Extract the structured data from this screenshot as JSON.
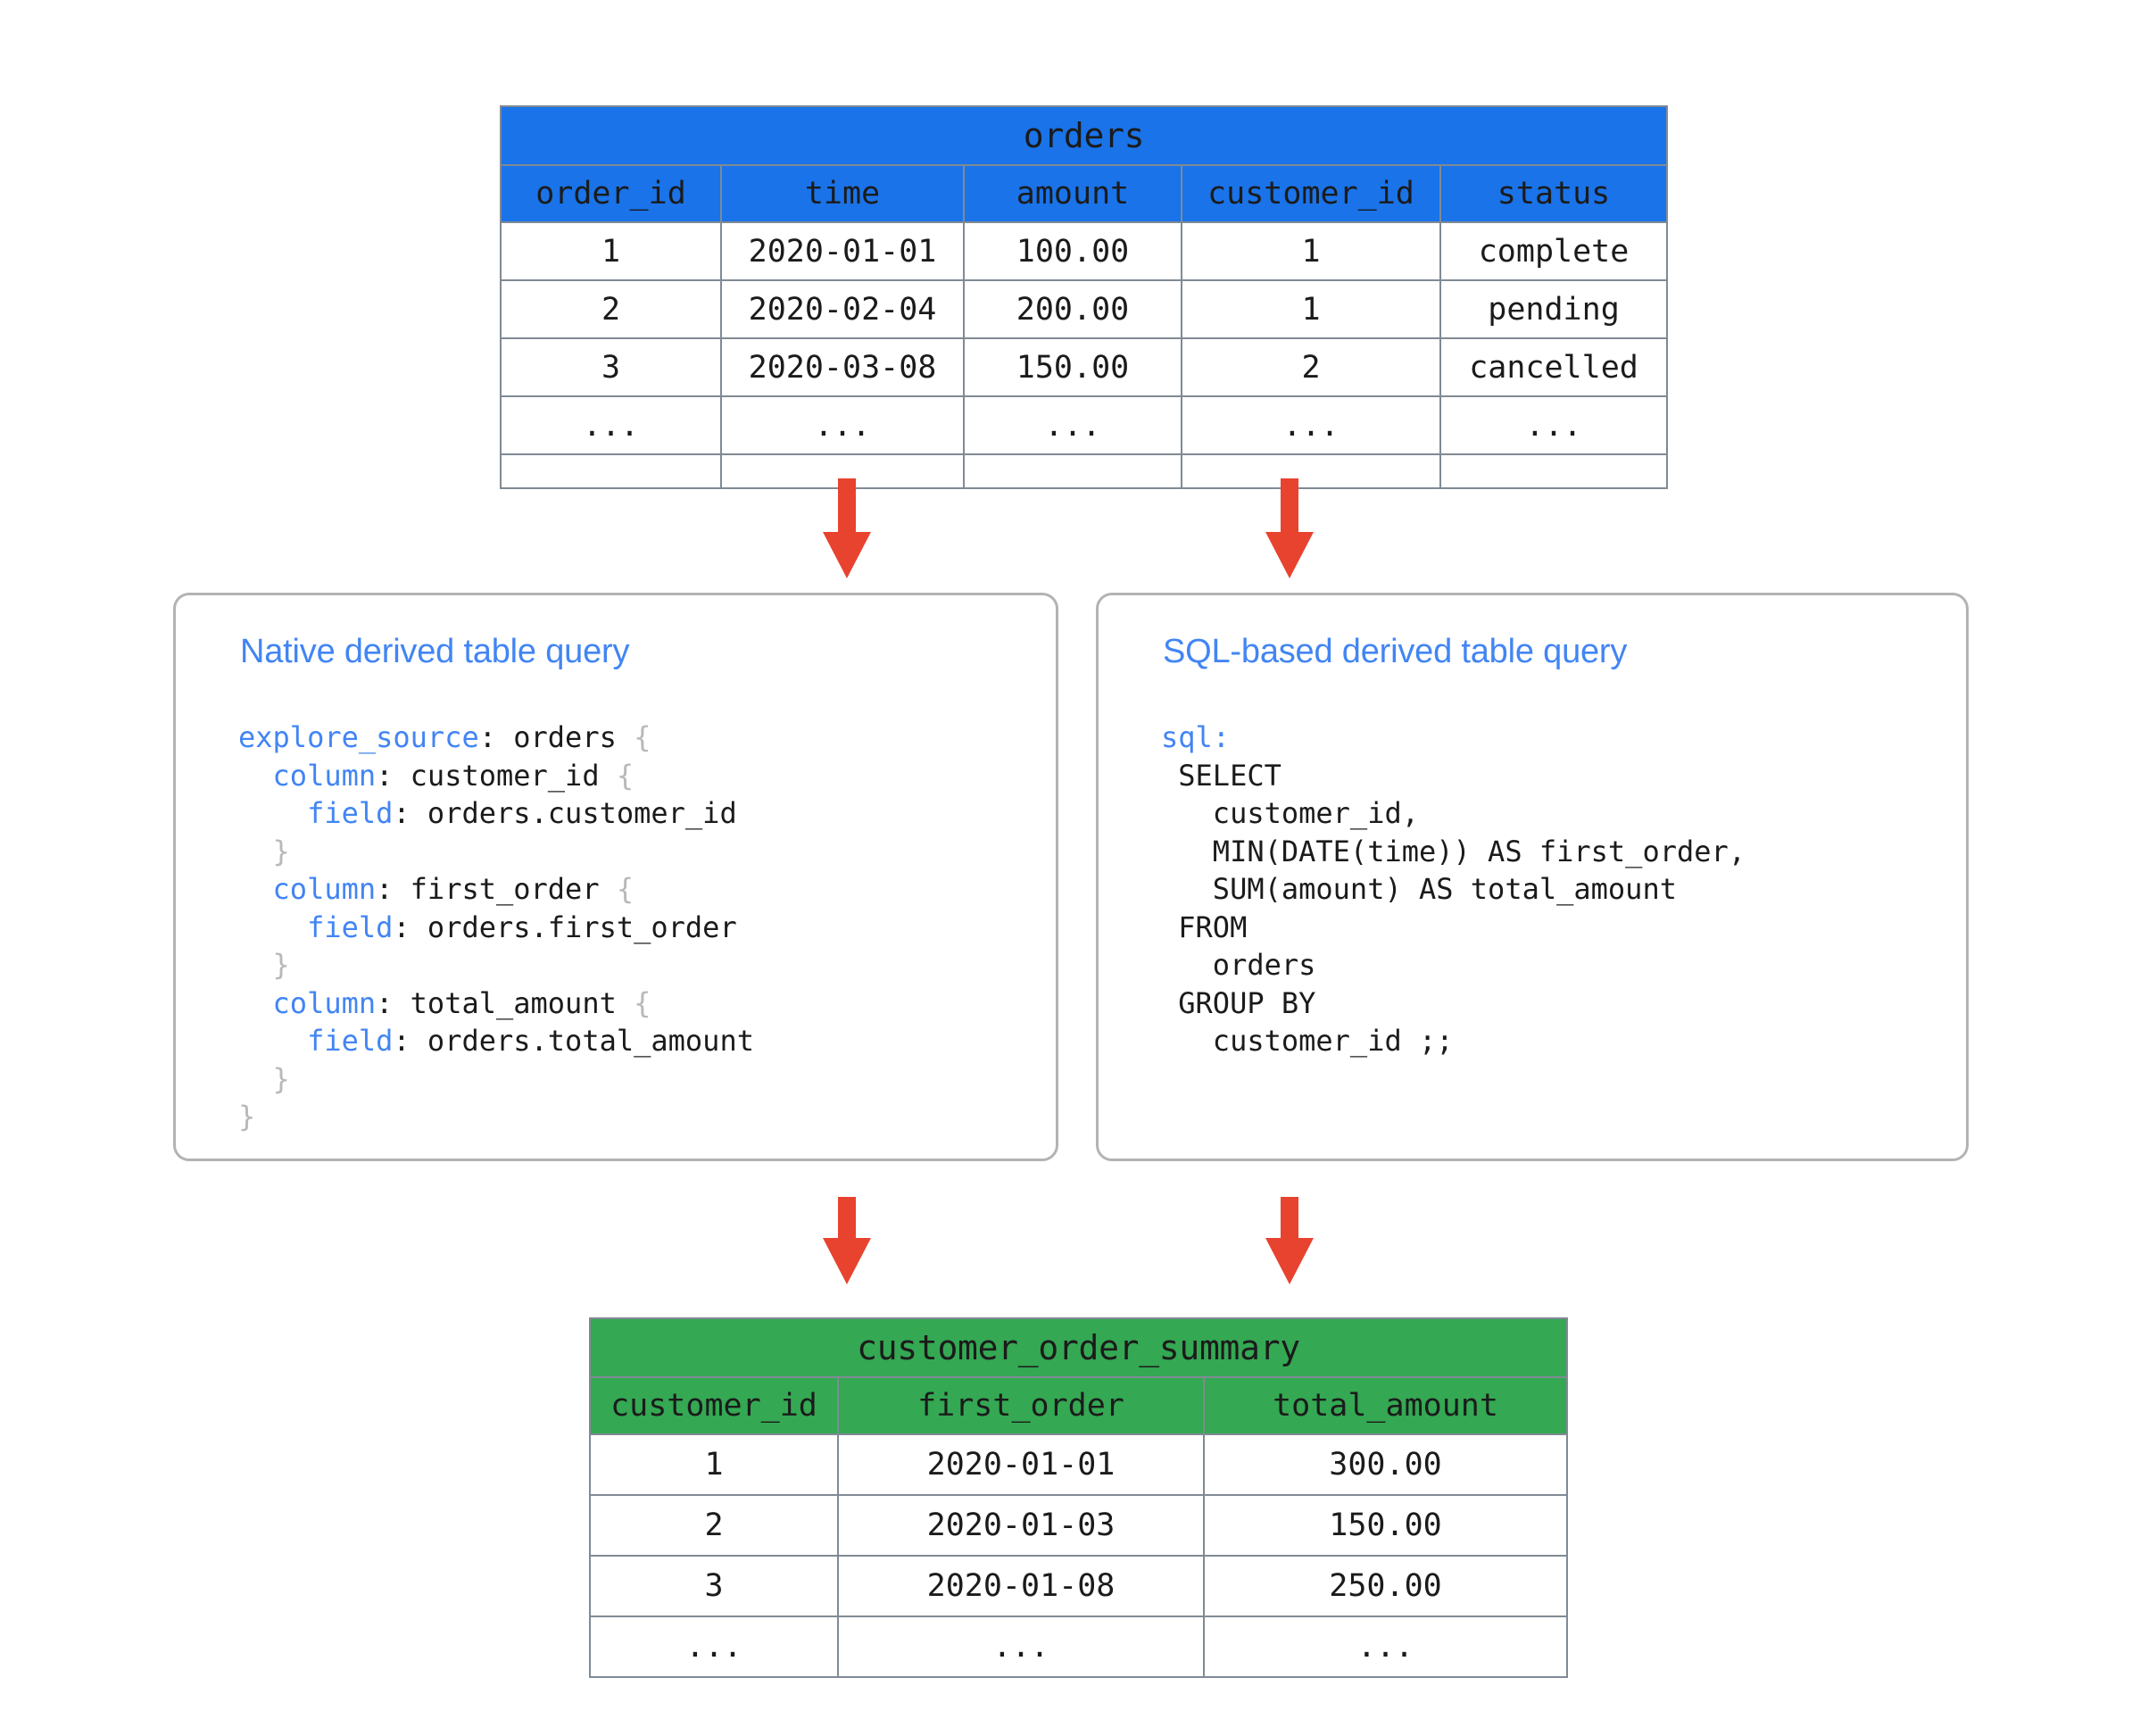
{
  "colors": {
    "orders_header": "#1a73e8",
    "summary_header": "#34a853",
    "arrow": "#e8432f",
    "heading_blue": "#4285f4",
    "keyword_blue": "#4285f4",
    "brace_gray": "#b9b9b9",
    "card_border": "#b3b3b3",
    "table_border": "#808a94"
  },
  "orders_table": {
    "title": "orders",
    "columns": [
      "order_id",
      "time",
      "amount",
      "customer_id",
      "status"
    ],
    "rows": [
      [
        "1",
        "2020-01-01",
        "100.00",
        "1",
        "complete"
      ],
      [
        "2",
        "2020-02-04",
        "200.00",
        "1",
        "pending"
      ],
      [
        "3",
        "2020-03-08",
        "150.00",
        "2",
        "cancelled"
      ],
      [
        "...",
        "...",
        "...",
        "...",
        "..."
      ],
      [
        "",
        "",
        "",
        "",
        ""
      ]
    ]
  },
  "summary_table": {
    "title": "customer_order_summary",
    "columns": [
      "customer_id",
      "first_order",
      "total_amount"
    ],
    "rows": [
      [
        "1",
        "2020-01-01",
        "300.00"
      ],
      [
        "2",
        "2020-01-03",
        "150.00"
      ],
      [
        "3",
        "2020-01-08",
        "250.00"
      ],
      [
        "...",
        "...",
        "..."
      ]
    ]
  },
  "native_card": {
    "heading": "Native derived table query",
    "code_lines": [
      [
        {
          "t": "explore_source",
          "c": "kw"
        },
        {
          "t": ": orders ",
          "c": ""
        },
        {
          "t": "{",
          "c": "brace"
        }
      ],
      [
        {
          "t": "  ",
          "c": ""
        },
        {
          "t": "column",
          "c": "kw"
        },
        {
          "t": ": customer_id ",
          "c": ""
        },
        {
          "t": "{",
          "c": "brace"
        }
      ],
      [
        {
          "t": "    ",
          "c": ""
        },
        {
          "t": "field",
          "c": "kw"
        },
        {
          "t": ": orders.customer_id",
          "c": ""
        }
      ],
      [
        {
          "t": "  ",
          "c": ""
        },
        {
          "t": "}",
          "c": "brace"
        }
      ],
      [
        {
          "t": "  ",
          "c": ""
        },
        {
          "t": "column",
          "c": "kw"
        },
        {
          "t": ": first_order ",
          "c": ""
        },
        {
          "t": "{",
          "c": "brace"
        }
      ],
      [
        {
          "t": "    ",
          "c": ""
        },
        {
          "t": "field",
          "c": "kw"
        },
        {
          "t": ": orders.first_order",
          "c": ""
        }
      ],
      [
        {
          "t": "  ",
          "c": ""
        },
        {
          "t": "}",
          "c": "brace"
        }
      ],
      [
        {
          "t": "  ",
          "c": ""
        },
        {
          "t": "column",
          "c": "kw"
        },
        {
          "t": ": total_amount ",
          "c": ""
        },
        {
          "t": "{",
          "c": "brace"
        }
      ],
      [
        {
          "t": "    ",
          "c": ""
        },
        {
          "t": "field",
          "c": "kw"
        },
        {
          "t": ": orders.total_amount",
          "c": ""
        }
      ],
      [
        {
          "t": "  ",
          "c": ""
        },
        {
          "t": "}",
          "c": "brace"
        }
      ],
      [
        {
          "t": "}",
          "c": "brace"
        }
      ]
    ]
  },
  "sql_card": {
    "heading": "SQL-based derived table query",
    "code_lines": [
      [
        {
          "t": "sql",
          "c": "kw"
        },
        {
          "t": ":",
          "c": "kw"
        }
      ],
      [
        {
          "t": " SELECT",
          "c": ""
        }
      ],
      [
        {
          "t": "   customer_id,",
          "c": ""
        }
      ],
      [
        {
          "t": "   MIN(DATE(time)) AS first_order,",
          "c": ""
        }
      ],
      [
        {
          "t": "   SUM(amount) AS total_amount",
          "c": ""
        }
      ],
      [
        {
          "t": " FROM",
          "c": ""
        }
      ],
      [
        {
          "t": "   orders",
          "c": ""
        }
      ],
      [
        {
          "t": " GROUP BY",
          "c": ""
        }
      ],
      [
        {
          "t": "   customer_id ;;",
          "c": ""
        }
      ]
    ]
  },
  "arrows": {
    "orders_to_native": "down-arrow",
    "orders_to_sql": "down-arrow",
    "native_to_summary": "down-arrow",
    "sql_to_summary": "down-arrow"
  }
}
